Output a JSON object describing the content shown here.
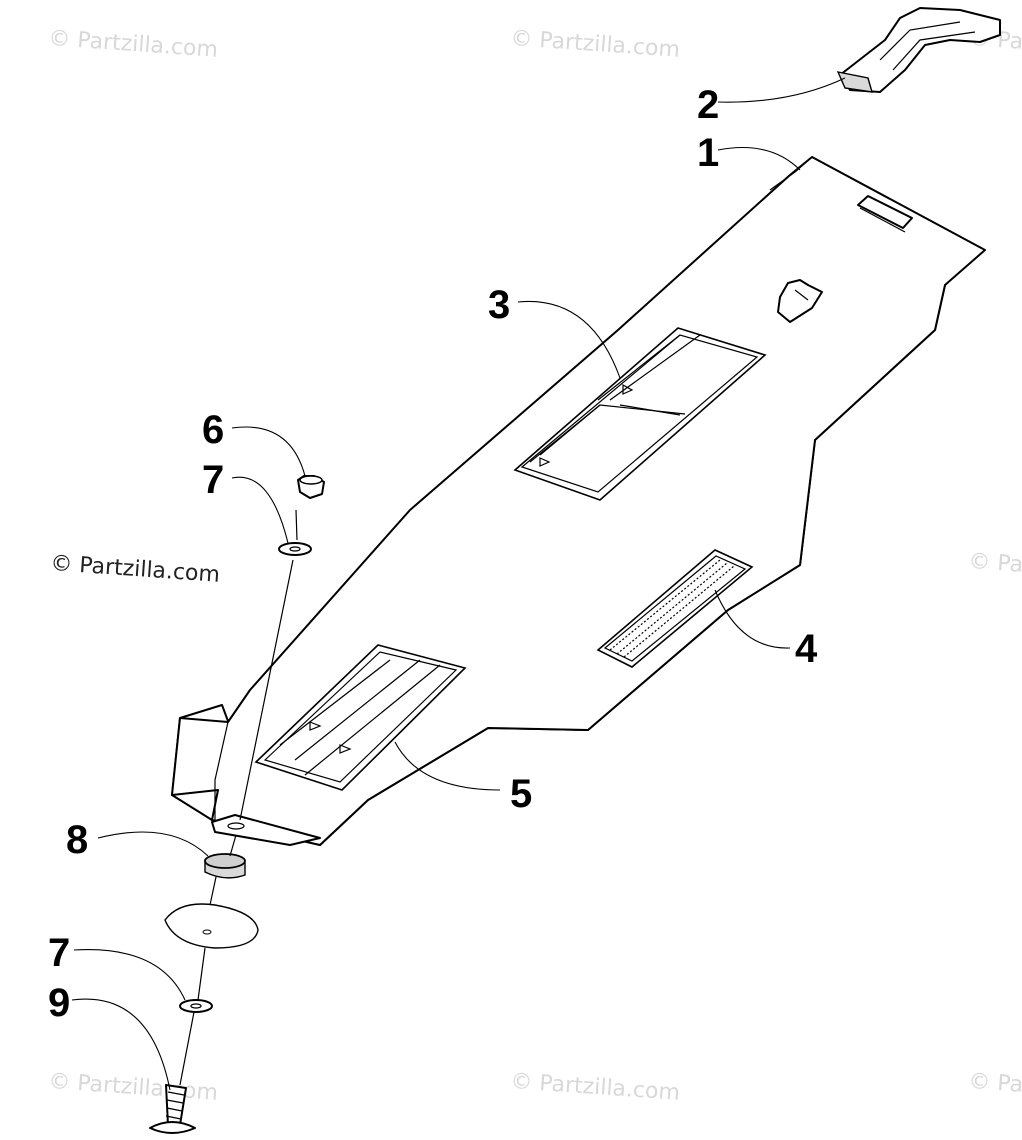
{
  "diagram": {
    "callouts": [
      {
        "id": "c1",
        "label": "1"
      },
      {
        "id": "c2",
        "label": "2"
      },
      {
        "id": "c3",
        "label": "3"
      },
      {
        "id": "c4",
        "label": "4"
      },
      {
        "id": "c5",
        "label": "5"
      },
      {
        "id": "c6",
        "label": "6"
      },
      {
        "id": "c7a",
        "label": "7"
      },
      {
        "id": "c7b",
        "label": "7"
      },
      {
        "id": "c8",
        "label": "8"
      },
      {
        "id": "c9",
        "label": "9"
      }
    ],
    "watermark_text": "© Partzilla.com",
    "watermark_partial": "© Pa",
    "main_watermark_text": "© Partzilla.com"
  }
}
